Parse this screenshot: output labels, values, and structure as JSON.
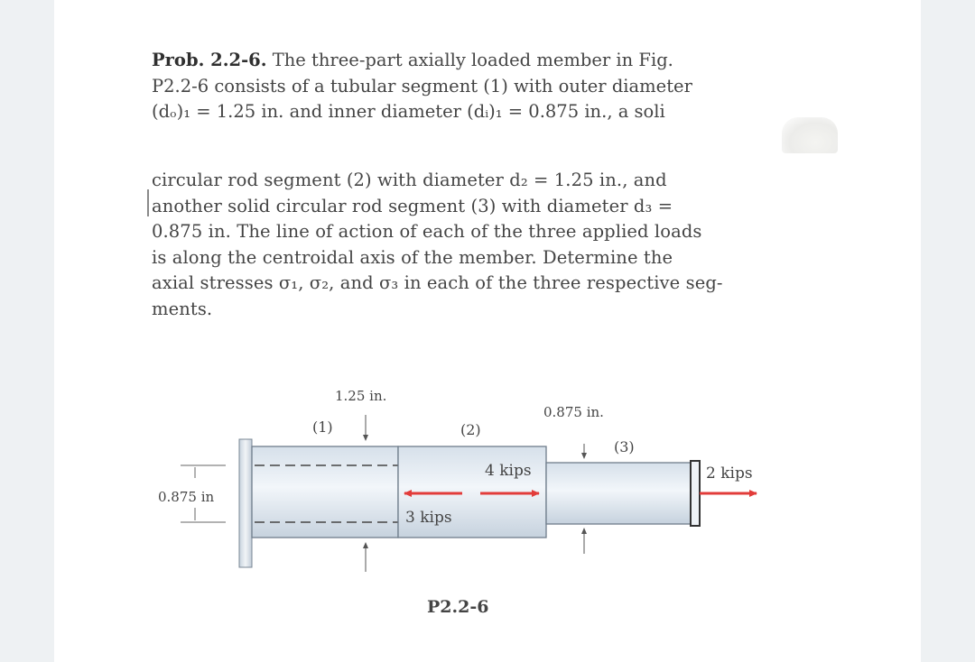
{
  "problem": {
    "heading": "Prob. 2.2-6.",
    "lines_p1": [
      " The three-part axially loaded member in Fig.",
      "P2.2-6 consists of a tubular segment (1) with outer diameter",
      "(dₒ)₁ = 1.25 in. and inner diameter (dᵢ)₁ = 0.875 in., a soli"
    ],
    "lines_p2": [
      "circular rod segment (2) with diameter d₂ = 1.25 in., and",
      "another solid circular rod segment (3) with diameter d₃ =",
      "0.875 in. The line of action of each of the three applied loads",
      "is along the centroidal axis of the member. Determine the",
      "axial stresses σ₁, σ₂, and σ₃ in each of the three respective seg-",
      "ments."
    ]
  },
  "figure": {
    "dim_top_left": "1.25 in.",
    "dim_top_right": "0.875 in.",
    "seg1_label": "(1)",
    "seg2_label": "(2)",
    "seg3_label": "(3)",
    "dim_left": "0.875 in",
    "load_4": "4 kips",
    "load_3": "3 kips",
    "load_2": "2 kips",
    "caption": "P2.2-6",
    "arrow_color": "#e23c3a"
  }
}
